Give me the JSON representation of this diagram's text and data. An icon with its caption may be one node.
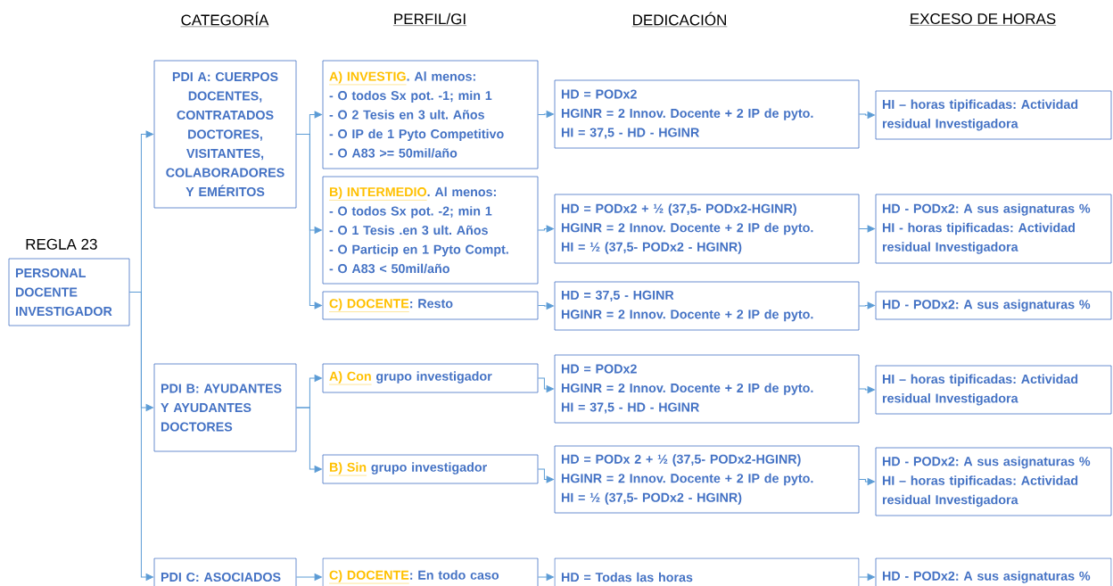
{
  "diagram": {
    "nodes": [
      {
        "text": [
          "PERSONAL DOCENTE INVESTIGADOR"
        ],
        "beside": [
          "REGLA 23"
        ]
      },
      {
        "text": [
          "PDI A: CUERPOS DOCENTES, CONTRATADOS DOCTORES, VISITANTES, COLABORADORES Y EMÉRITOS"
        ]
      },
      {
        "text": [
          "A) INVESTIG",
          ". Al  menos:",
          "- O todos Sx pot. -1; min 1",
          "- O 2 Tesis en 3 ult. Años",
          "- O IP de 1 Pyto Competitivo",
          "- O A83 >= 50mil/año"
        ]
      },
      {
        "text": [
          "HD = PODx2",
          "HGINR = 2 Innov. Docente + 2 IP de pyto.",
          "HI = 37,5 - HD - HGINR"
        ]
      },
      {
        "text": [
          "HI – horas tipificadas: Actividad residual Investigadora"
        ]
      },
      {
        "text": [
          "B) INTERMEDIO",
          ". Al  menos:",
          "- O todos Sx pot. -2; min 1",
          "- O 1 Tesis .en 3 ult. Años",
          "- O Particip en 1 Pyto Compt.",
          "- O A83 < 50mil/año"
        ]
      },
      {
        "text": [
          "HD = PODx2 + ½ (37,5- PODx2-HGINR)",
          "HGINR = 2 Innov. Docente + 2 IP de pyto.",
          "HI =  ½ (37,5- PODx2 - HGINR)"
        ]
      },
      {
        "text": [
          "HD - PODx2: A sus asignaturas %",
          "HI - horas tipificadas: Actividad residual Investigadora"
        ]
      },
      {
        "text": [
          "C) DOCENTE",
          ": Resto"
        ]
      },
      {
        "text": [
          "HD = 37,5 - HGINR",
          "HGINR = 2 Innov. Docente + 2 IP de pyto."
        ]
      },
      {
        "text": [
          "HD - PODx2: A sus asignaturas %"
        ]
      },
      {
        "text": [
          "PDI B: AYUDANTES Y AYUDANTES DOCTORES"
        ]
      },
      {
        "text": [
          "A) Con",
          "grupo investigador"
        ]
      },
      {
        "text": [
          "HD = PODx2",
          "HGINR = 2 Innov. Docente + 2 IP de pyto.",
          "HI = 37,5 - HD - HGINR"
        ]
      },
      {
        "text": [
          "HI – horas tipificadas: Actividad residual Investigadora"
        ]
      },
      {
        "text": [
          "B) Sin",
          "grupo investigador"
        ]
      },
      {
        "text": [
          "HD = PODx 2 + ½ (37,5- PODx2-HGINR)",
          "HGINR = 2 Innov. Docente + 2 IP de pyto.",
          "HI =  ½ (37,5- PODx2 - HGINR)"
        ]
      },
      {
        "text": [
          "HD - PODx2: A sus asignaturas %",
          "HI – horas tipificadas: Actividad residual Investigadora"
        ]
      },
      {
        "text": [
          "PDI C: ASOCIADOS"
        ]
      },
      {
        "text": [
          "C) DOCENTE",
          ": En todo caso"
        ]
      },
      {
        "text": [
          "HD = Todas las horas"
        ]
      },
      {
        "text": [
          "HD - PODx2: A sus asignaturas %"
        ]
      }
    ],
    "edges": [
      {
        "from": 0,
        "to": 1,
        "arrow": "to"
      },
      {
        "from": 0,
        "to": 11,
        "arrow": "to"
      },
      {
        "from": 0,
        "to": 18,
        "arrow": "to"
      },
      {
        "from": 1,
        "to": 2,
        "arrow": "to"
      },
      {
        "from": 1,
        "to": 5,
        "arrow": "to"
      },
      {
        "from": 1,
        "to": 8,
        "arrow": "to"
      },
      {
        "from": 2,
        "to": 3,
        "arrow": "to"
      },
      {
        "from": 3,
        "to": 4,
        "arrow": "to"
      },
      {
        "from": 5,
        "to": 6,
        "arrow": "to"
      },
      {
        "from": 6,
        "to": 7,
        "arrow": "to"
      },
      {
        "from": 8,
        "to": 9,
        "arrow": "to"
      },
      {
        "from": 9,
        "to": 10,
        "arrow": "to"
      },
      {
        "from": 11,
        "to": 12,
        "arrow": "to"
      },
      {
        "from": 11,
        "to": 15,
        "arrow": "to"
      },
      {
        "from": 12,
        "to": 13,
        "arrow": "to"
      },
      {
        "from": 13,
        "to": 14,
        "arrow": "to"
      },
      {
        "from": 15,
        "to": 16,
        "arrow": "to"
      },
      {
        "from": 16,
        "to": 17,
        "arrow": "to"
      },
      {
        "from": 18,
        "to": 19,
        "arrow": "to"
      },
      {
        "from": 19,
        "to": 20,
        "arrow": "to"
      },
      {
        "from": 20,
        "to": 21,
        "arrow": "to"
      }
    ],
    "labels": [
      "CATEGORÍA",
      "PERFIL/GI",
      "DEDICACIÓN",
      "EXCESO DE HORAS"
    ]
  }
}
